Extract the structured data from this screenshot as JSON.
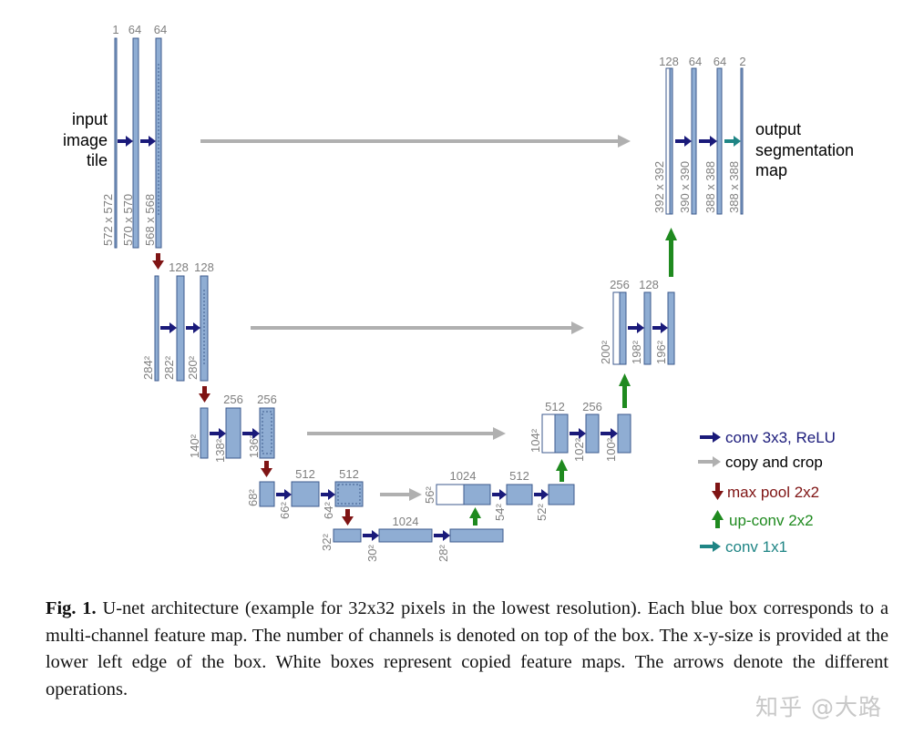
{
  "figure": {
    "input_label": [
      "input",
      "image",
      "tile"
    ],
    "output_label": [
      "output",
      "segmentation",
      "map"
    ],
    "channel_labels": {
      "l1": [
        "1",
        "64",
        "64"
      ],
      "l2": [
        "128",
        "128"
      ],
      "l3": [
        "256",
        "256"
      ],
      "l4": [
        "512",
        "512"
      ],
      "l5": [
        "1024"
      ],
      "r4": [
        "1024",
        "512"
      ],
      "r3": [
        "512",
        "256"
      ],
      "r2": [
        "256",
        "128"
      ],
      "r1": [
        "128",
        "64",
        "64",
        "2"
      ]
    },
    "size_labels": {
      "l1": [
        "572 x 572",
        "570 x 570",
        "568 x 568"
      ],
      "l2": [
        "284²",
        "282²",
        "280²"
      ],
      "l3": [
        "140²",
        "138²",
        "136²"
      ],
      "l4": [
        "68²",
        "66²",
        "64²"
      ],
      "l5": [
        "32²",
        "30²",
        "28²"
      ],
      "r4": [
        "56²",
        "54²",
        "52²"
      ],
      "r3": [
        "104²",
        "102²",
        "100²"
      ],
      "r2": [
        "200²",
        "198²",
        "196²"
      ],
      "r1": [
        "392 x 392",
        "390 x 390",
        "388 x 388",
        "388 x 388"
      ]
    },
    "colors": {
      "feature_box": "#8fadd3",
      "box_border": "#3c5a8c",
      "conv": "#1a1a7a",
      "copy_crop": "#b0b0b0",
      "max_pool": "#7f1414",
      "up_conv": "#1f8a1f",
      "conv1x1": "#1f8585"
    }
  },
  "legend": [
    {
      "label": "conv 3x3, ReLU",
      "color": "#1a1a7a",
      "arrow": "right-arrow-icon"
    },
    {
      "label": "copy and crop",
      "color": "#000000",
      "arrow": "right-arrow-icon"
    },
    {
      "label": "max pool 2x2",
      "color": "#7f1414",
      "arrow": "down-arrow-icon"
    },
    {
      "label": "up-conv 2x2",
      "color": "#1f8a1f",
      "arrow": "up-arrow-icon"
    },
    {
      "label": "conv 1x1",
      "color": "#1f8585",
      "arrow": "right-arrow-icon"
    }
  ],
  "caption": {
    "bold": "Fig. 1.",
    "text": " U-net architecture (example for 32x32 pixels in the lowest resolution). Each blue box corresponds to a multi-channel feature map. The number of channels is denoted on top of the box. The x-y-size is provided at the lower left edge of the box. White boxes represent copied feature maps. The arrows denote the different operations."
  },
  "watermark": "知乎 @大路"
}
